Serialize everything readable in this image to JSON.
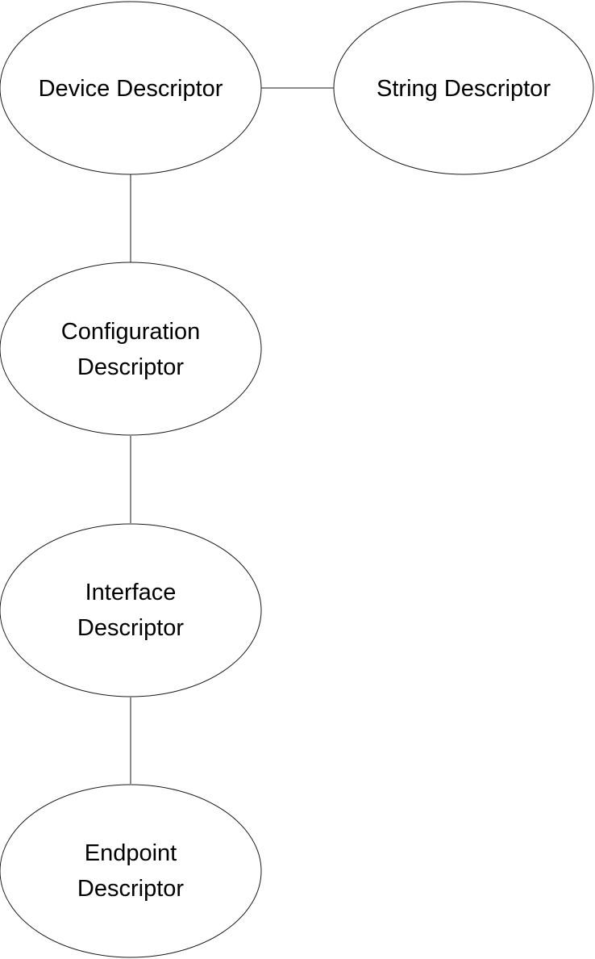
{
  "nodes": {
    "device": {
      "lines": [
        "Device Descriptor"
      ]
    },
    "string": {
      "lines": [
        "String Descriptor"
      ]
    },
    "configuration": {
      "lines": [
        "Configuration",
        "Descriptor"
      ]
    },
    "interface": {
      "lines": [
        "Interface",
        "Descriptor"
      ]
    },
    "endpoint": {
      "lines": [
        "Endpoint",
        "Descriptor"
      ]
    }
  },
  "edges": [
    {
      "from": "device",
      "to": "string"
    },
    {
      "from": "device",
      "to": "configuration"
    },
    {
      "from": "configuration",
      "to": "interface"
    },
    {
      "from": "interface",
      "to": "endpoint"
    }
  ]
}
